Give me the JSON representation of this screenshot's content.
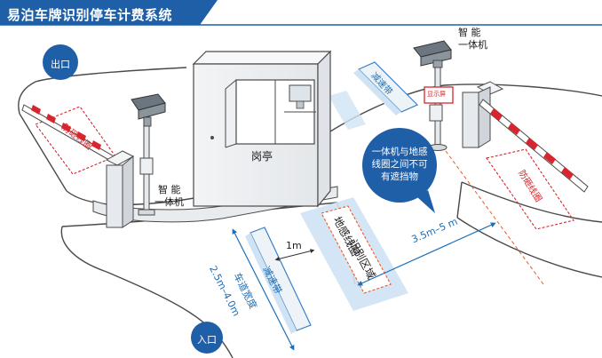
{
  "title": "易泊车牌识别停车计费系统",
  "exit_label": "出口",
  "entrance_label": "入口",
  "booth_label": "岗亭",
  "camera_right_label_1": "智 能",
  "camera_right_label_2": "一体机",
  "camera_left_label_1": "智 能",
  "camera_left_label_2": "一体机",
  "display_screen_label": "显示屏",
  "bubble_lines": [
    "一体机与地感",
    "线圈之间不可",
    "有遮挡物"
  ],
  "speed_bump_top": "减速带",
  "speed_bump_bottom": "减速带",
  "anti_smash_left": "防砸线圈",
  "anti_smash_right": "防砸线圈",
  "ground_coil_label": "地感线圈",
  "recognition_area_label": "识别区域",
  "dim_1m": "1m",
  "dim_distance": "3.5m–5 m",
  "lane_width_label": "车道宽度",
  "lane_width_value": "2.5m–4.0m",
  "colors": {
    "brand_blue": "#1f5fa8",
    "dim_blue": "#1d6fb8",
    "barrier_red": "#d7262d",
    "zone_blue": "#cfe3f4",
    "coil_orange": "#e85a2b"
  }
}
